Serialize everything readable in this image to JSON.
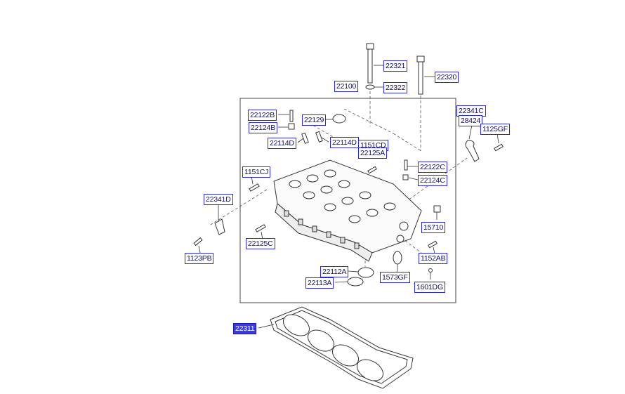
{
  "diagram": {
    "labels": {
      "p22321": "22321",
      "p22320": "22320",
      "p22100": "22100",
      "p22322": "22322",
      "p22122B": "22122B",
      "p22129": "22129",
      "p22124B": "22124B",
      "p22341C": "22341C",
      "p28424": "28424",
      "p1125GF": "1125GF",
      "p22114D_a": "22114D",
      "p22114D_b": "22114D",
      "p1151CD": "1151CD",
      "p22125A": "22125A",
      "p22122C": "22122C",
      "p22124C": "22124C",
      "p1151CJ": "1151CJ",
      "p22341D": "22341D",
      "p15710": "15710",
      "p22125C": "22125C",
      "p1123PB": "1123PB",
      "p1152AB": "1152AB",
      "p22112A": "22112A",
      "p22113A": "22113A",
      "p1573GF": "1573GF",
      "p1601DG": "1601DG",
      "p22311": "22311"
    },
    "selected_part": "22311",
    "colors": {
      "label_border": "#2a2ad8",
      "selected_fill": "#3a3ae0",
      "line": "#333333"
    }
  }
}
